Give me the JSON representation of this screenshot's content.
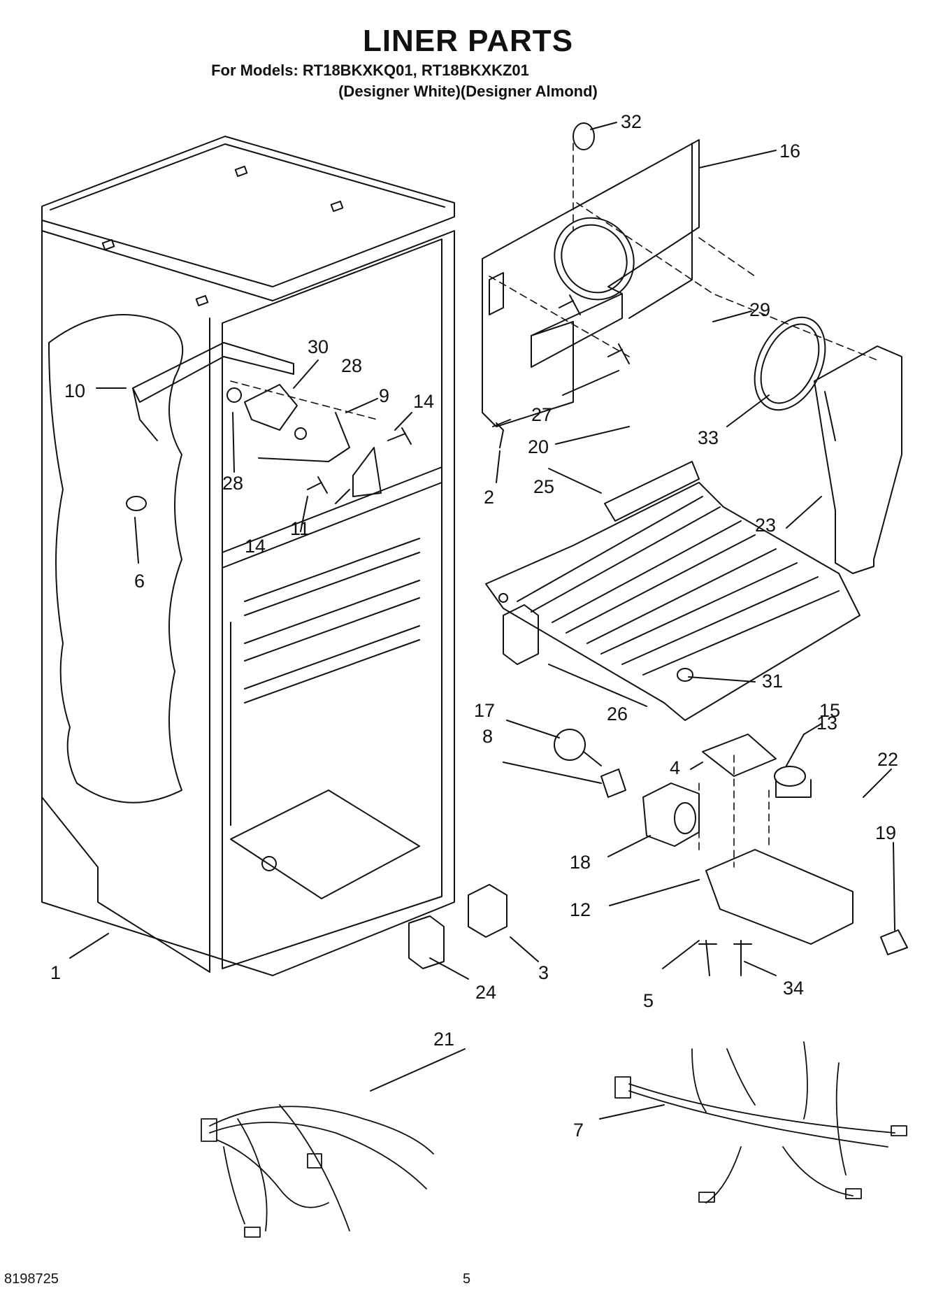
{
  "header": {
    "title": "LINER PARTS",
    "models": "For Models: RT18BKXKQ01, RT18BKXKZ01",
    "variants": "(Designer White)(Designer Almond)"
  },
  "callouts": [
    "1",
    "2",
    "3",
    "4",
    "5",
    "6",
    "7",
    "8",
    "9",
    "10",
    "11",
    "12",
    "13",
    "14",
    "14",
    "15",
    "16",
    "17",
    "18",
    "19",
    "20",
    "21",
    "22",
    "23",
    "24",
    "25",
    "26",
    "27",
    "28",
    "28",
    "29",
    "30",
    "31",
    "32",
    "33",
    "34"
  ],
  "footer": {
    "doc_number": "8198725",
    "page_number": "5"
  }
}
